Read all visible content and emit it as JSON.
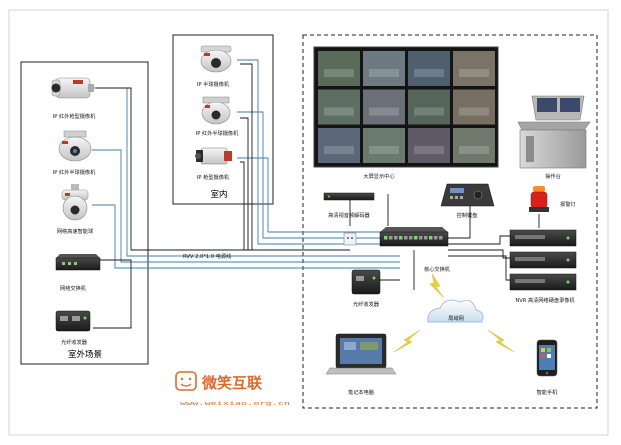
{
  "outdoor": {
    "section_title": "室外场景",
    "devices": [
      {
        "label": "IP 红外枪型摄像机",
        "icon": "bullet-camera-icon"
      },
      {
        "label": "IP 红外半球摄像机",
        "icon": "dome-camera-icon"
      },
      {
        "label": "网络高速智能球",
        "icon": "speed-dome-icon"
      },
      {
        "label": "网络交换机",
        "icon": "network-switch-icon"
      },
      {
        "label": "光纤收发器",
        "icon": "fiber-transceiver-icon"
      }
    ]
  },
  "indoor": {
    "section_title": "室内",
    "devices": [
      {
        "label": "IP 半球摄像机",
        "icon": "dome-camera-icon"
      },
      {
        "label": "IP 红外半球摄像机",
        "icon": "dome-camera-icon"
      },
      {
        "label": "IP 枪型摄像机",
        "icon": "box-camera-icon"
      }
    ]
  },
  "center": {
    "video_wall": "大屏显示中心",
    "console": "操作台",
    "decoder": "高清视音频解码器",
    "keyboard": "控制键盘",
    "alarm": "报警灯",
    "core_switch": "核心交换机",
    "nvr": "NVR 高清网络硬盘录像机",
    "fiber": "光纤收发器",
    "cloud": "局域网",
    "laptop": "笔记本电脑",
    "phone": "智能手机"
  },
  "cable_label": "RVV 2.0*1.0  电源线",
  "brand": {
    "name": "微笑互联",
    "url": "www.weixiao.org.cn"
  },
  "colors": {
    "cable_blue": "#3d7fa6",
    "cable_black": "#1a1a1a",
    "lightning": "#e6d23c",
    "brand_orange": "#e06a2c"
  }
}
